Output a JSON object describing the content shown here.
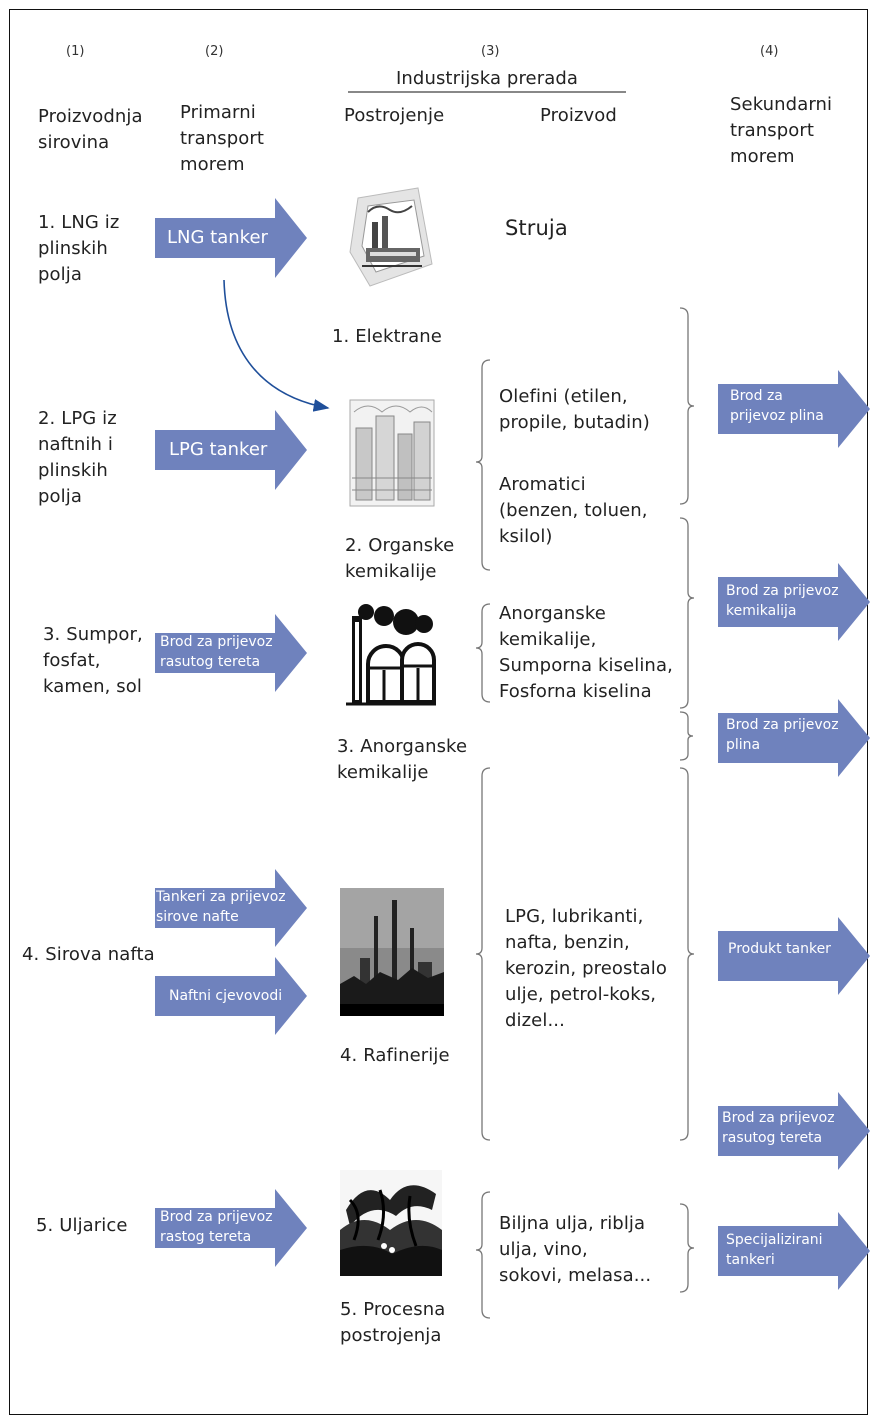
{
  "columns": {
    "c1": {
      "num": "(1)",
      "label": "Proizvodnja\nsirovina"
    },
    "c2": {
      "num": "(2)",
      "label": "Primarni\ntransport\nmorem"
    },
    "c3": {
      "num": "(3)",
      "label": "Industrijska prerada",
      "sub1": "Postrojenje",
      "sub2": "Proizvod"
    },
    "c4": {
      "num": "(4)",
      "label": "Sekundarni\ntransport\nmorem"
    }
  },
  "sources": {
    "s1": "1. LNG iz\nplinskih\npolja",
    "s2": "2. LPG iz\nnaftnih i\nplinskih\npolja",
    "s3": "3. Sumpor,\nfosfat,\nkamen, sol",
    "s4": "4. Sirova nafta",
    "s5": "5. Uljarice"
  },
  "primary": {
    "p1": "LNG tanker",
    "p2": "LPG tanker",
    "p3": "Brod za prijevoz\nrasutog tereta",
    "p4a": "Tankeri za prijevoz\nsirove nafte",
    "p4b": "Naftni cjevovodi",
    "p5": "Brod za prijevoz\nrastog tereta"
  },
  "plants": {
    "k1": "1. Elektrane",
    "k2": "2. Organske\nkemikalije",
    "k3": "3. Anorganske\nkemikalije",
    "k4": "4. Rafinerije",
    "k5": "5. Procesna\npostrojenja"
  },
  "products": {
    "r1": "Struja",
    "r2a": "Olefini (etilen,\npropile, butadin)",
    "r2b": "Aromatici\n(benzen, toluen,\nksilol)",
    "r3": "Anorganske\nkemikalije,\nSumporna kiselina,\nFosforna kiselina",
    "r4": "LPG, lubrikanti,\nnafta, benzin,\nkerozin, preostalo\nulje, petrol-koks,\ndizel...",
    "r5": "Biljna ulja, riblja\nulja, vino,\nsokovi, melasa..."
  },
  "secondary": {
    "d1": "Brod za\nprijevoz plina",
    "d2": "Brod za prijevoz\nkemikalija",
    "d3": "Brod za prijevoz\nplina",
    "d4": "Produkt tanker",
    "d5": "Brod za prijevoz\nrasutog tereta",
    "d6": "Specijalizirani\ntankeri"
  },
  "icons": {
    "k1": "power-plant-icon",
    "k2": "chemical-plant-icon",
    "k3": "inorganic-chemicals-icon",
    "k4": "refinery-icon",
    "k5": "palm-trees-icon"
  },
  "colors": {
    "arrow": "#6f82bd",
    "connector": "#1f4f9a",
    "brace": "#777777",
    "border": "#111111"
  }
}
